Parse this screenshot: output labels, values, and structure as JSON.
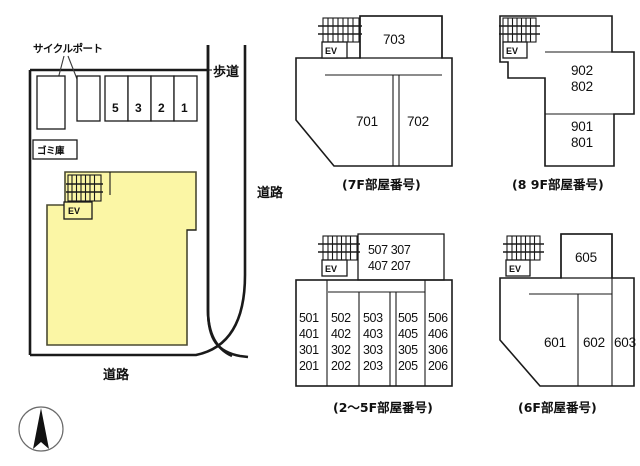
{
  "site_plan": {
    "name": "site-plan",
    "labels": {
      "cycle_port": "サイクルポート",
      "gomi": "ゴミ庫",
      "sidewalk": "歩道",
      "road_right": "道路",
      "road_bottom": "道路",
      "ev": "EV"
    },
    "parking_spaces": [
      "5",
      "3",
      "2",
      "1"
    ],
    "colors": {
      "building_fill": "#fbf6a5",
      "building_stroke": "#4a4a32",
      "line": "#1a1a1a"
    }
  },
  "floor_plans": [
    {
      "id": "plan-7f",
      "caption": "(7F部屋番号)",
      "ev_label": "EV",
      "rooms": [
        {
          "name": "room-703",
          "lines": [
            "703"
          ]
        },
        {
          "name": "room-701",
          "lines": [
            "701"
          ]
        },
        {
          "name": "room-702",
          "lines": [
            "702"
          ]
        }
      ]
    },
    {
      "id": "plan-89f",
      "caption": "(8 9F部屋番号)",
      "ev_label": "EV",
      "rooms": [
        {
          "name": "room-902-802",
          "lines": [
            "902",
            "802"
          ]
        },
        {
          "name": "room-901-801",
          "lines": [
            "901",
            "801"
          ]
        }
      ]
    },
    {
      "id": "plan-2-5f",
      "caption": "(2〜5F部屋番号)",
      "ev_label": "EV",
      "top_room": {
        "name": "room-507-307-407-207",
        "lines": [
          "507 307",
          "407 207"
        ]
      },
      "rooms": [
        {
          "name": "room-col-1",
          "lines": [
            "501",
            "401",
            "301",
            "201"
          ]
        },
        {
          "name": "room-col-2",
          "lines": [
            "502",
            "402",
            "302",
            "202"
          ]
        },
        {
          "name": "room-col-3",
          "lines": [
            "503",
            "403",
            "303",
            "203"
          ]
        },
        {
          "name": "room-col-4",
          "lines": [
            "505",
            "405",
            "305",
            "205"
          ]
        },
        {
          "name": "room-col-5",
          "lines": [
            "506",
            "406",
            "306",
            "206"
          ]
        }
      ]
    },
    {
      "id": "plan-6f",
      "caption": "(6F部屋番号)",
      "ev_label": "EV",
      "rooms": [
        {
          "name": "room-605",
          "lines": [
            "605"
          ]
        },
        {
          "name": "room-601",
          "lines": [
            "601"
          ]
        },
        {
          "name": "room-602",
          "lines": [
            "602"
          ]
        },
        {
          "name": "room-603",
          "lines": [
            "603"
          ]
        }
      ]
    }
  ],
  "compass": {
    "name": "north-arrow",
    "direction": "north"
  }
}
